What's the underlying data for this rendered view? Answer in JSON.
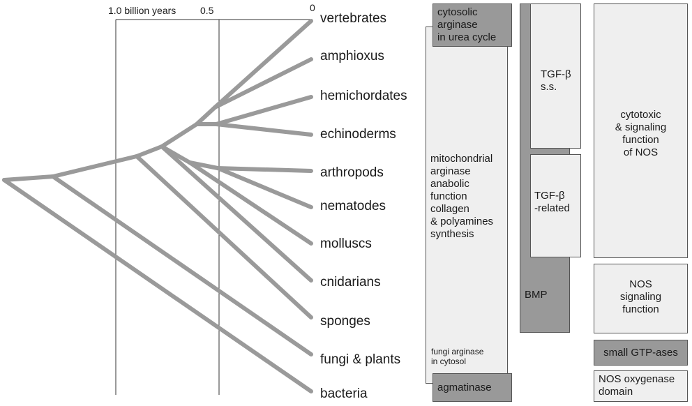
{
  "axis": {
    "label_1": "1.0 billion years",
    "label_2": "0.5",
    "label_3": "0"
  },
  "taxa": [
    "vertebrates",
    "amphioxus",
    "hemichordates",
    "echinoderms",
    "arthropods",
    "nematodes",
    "molluscs",
    "cnidarians",
    "sponges",
    "fungi & plants",
    "bacteria"
  ],
  "arginase": {
    "cytosolic": "cytosolic\narginase\nin urea cycle",
    "mitochondrial": "mitochondrial\narginase\nanabolic\nfunction\ncollagen\n& polyamines\nsynthesis",
    "fungi": "fungi arginase\nin cytosol",
    "agmatinase": "agmatinase"
  },
  "tgf": {
    "ss": "TGF-β\ns.s.",
    "related": "TGF-β\n-related",
    "bmp": "BMP"
  },
  "nos": {
    "cytotoxic": "cytotoxic\n& signaling\nfunction\nof NOS",
    "signaling": "NOS\nsignaling\nfunction",
    "gtpases": "small GTP-ases",
    "oxygenase": "NOS oxygenase\ndomain"
  },
  "colors": {
    "branch": "#9a9a9a",
    "box_light": "#efefef",
    "box_dark": "#999999"
  }
}
